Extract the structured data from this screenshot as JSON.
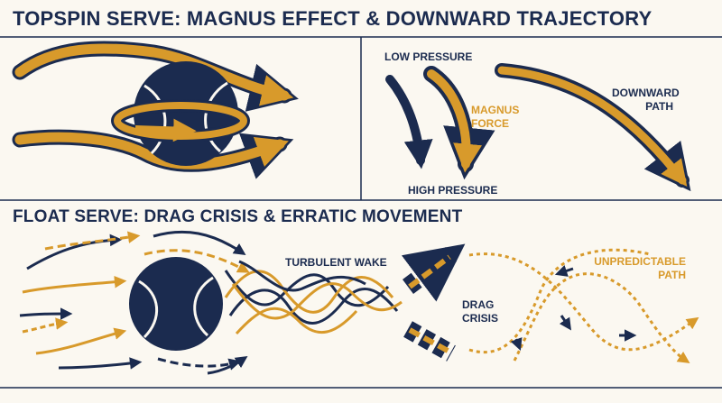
{
  "sections": {
    "topspin": {
      "title": "TOPSPIN SERVE: MAGNUS EFFECT & DOWNWARD TRAJECTORY",
      "labels": {
        "low_pressure": "LOW PRESSURE",
        "high_pressure": "HIGH PRESSURE",
        "magnus_force": [
          "MAGNUS",
          "FORCE"
        ],
        "downward_path": [
          "DOWNWARD",
          "PATH"
        ]
      }
    },
    "float": {
      "title": "FLOAT SERVE: DRAG CRISIS & ERRATIC MOVEMENT",
      "labels": {
        "turbulent_wake": "TURBULENT WAKE",
        "drag_crisis": [
          "DRAG",
          "CRISIS"
        ],
        "unpredictable_path": [
          "UNPREDICTABLE",
          "PATH"
        ]
      }
    }
  },
  "colors": {
    "navy": "#1b2b4f",
    "gold": "#d89a2b",
    "background": "#fbf8f1"
  }
}
